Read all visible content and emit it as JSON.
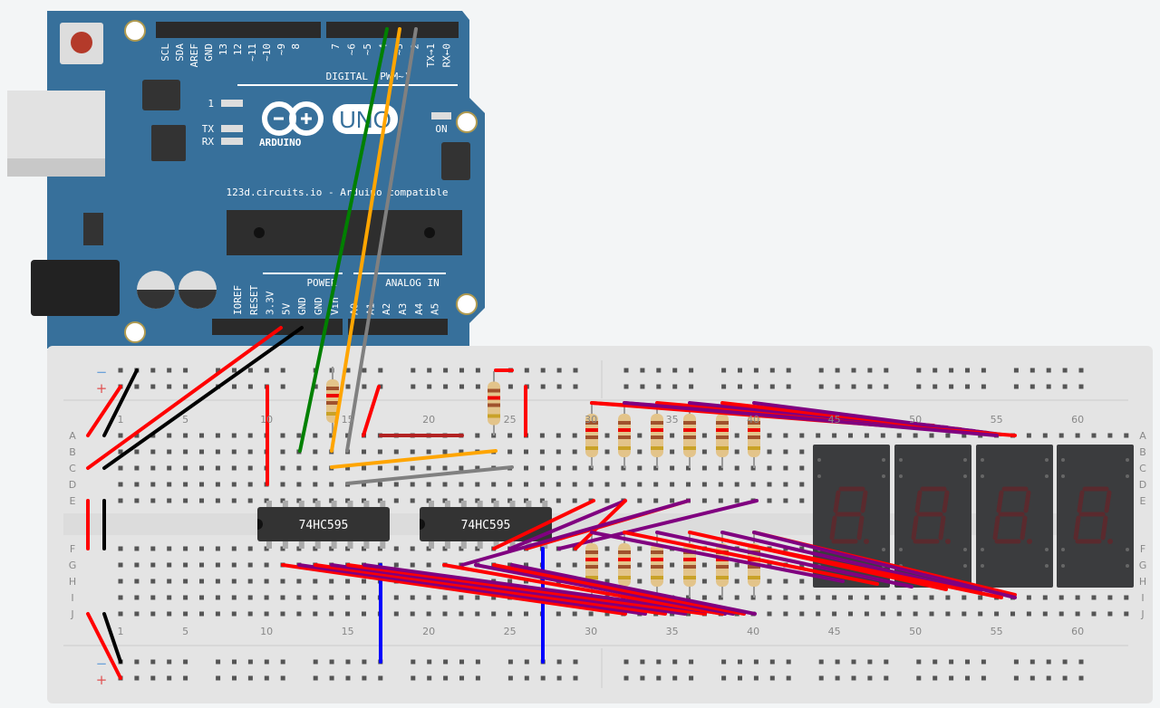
{
  "arduino": {
    "brand": "ARDUINO",
    "model": "UNO",
    "footer": "123d.circuits.io - Arduino compatible",
    "digital_label": "DIGITAL (PWM~)",
    "led_labels": [
      "1",
      "TX",
      "RX",
      "ON"
    ],
    "top_pins_left": [
      "SCL",
      "SDA",
      "AREF",
      "GND",
      "13",
      "12",
      "~11",
      "~10",
      "~9",
      "8"
    ],
    "top_pins_right": [
      "7",
      "~6",
      "~5",
      "4",
      "~3",
      "2",
      "TX→1",
      "RX←0"
    ],
    "power_label": "POWER",
    "analog_label": "ANALOG IN",
    "bottom_pins": [
      "IOREF",
      "RESET",
      "3.3V",
      "5V",
      "GND",
      "GND",
      "Vin",
      "A0",
      "A1",
      "A2",
      "A3",
      "A4",
      "A5"
    ],
    "board_color": "#37709b"
  },
  "breadboard": {
    "row_labels_top": [
      "A",
      "B",
      "C",
      "D",
      "E"
    ],
    "row_labels_bottom": [
      "F",
      "G",
      "H",
      "I",
      "J"
    ],
    "column_labels": [
      "1",
      "5",
      "10",
      "15",
      "20",
      "25",
      "30",
      "35",
      "40",
      "45",
      "50",
      "55",
      "60"
    ],
    "rail_minus": "−",
    "rail_plus": "+"
  },
  "chips": [
    {
      "label": "74HC595"
    },
    {
      "label": "74HC595"
    }
  ],
  "displays": {
    "count": 4,
    "segment_color": "#5a2a2e",
    "body_color": "#3b3c3e"
  },
  "wire_colors": {
    "red": "#ff0000",
    "black": "#000000",
    "green": "#008000",
    "orange": "#ffa500",
    "gray": "#808080",
    "blue": "#0000ff",
    "purple": "#800080",
    "darkred": "#b22222"
  }
}
